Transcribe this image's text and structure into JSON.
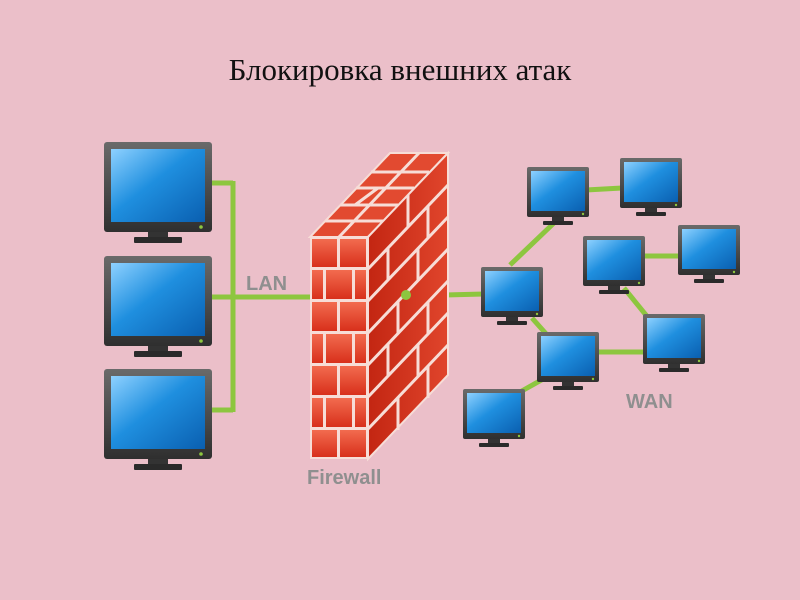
{
  "title": "Блокировка внешних атак",
  "labels": {
    "lan": "LAN",
    "wan": "WAN",
    "firewall": "Firewall"
  },
  "colors": {
    "background": "#ebbfc9",
    "link": "#8dc63f",
    "brick": "#e5361d",
    "mortar": "#f7ddd7",
    "screen": "#1f8fdf",
    "monitor_frame": "#4d4d4d",
    "label": "#8f8f8f"
  },
  "icons": {
    "computer": "computer-monitor-icon",
    "firewall": "brick-wall-icon"
  }
}
